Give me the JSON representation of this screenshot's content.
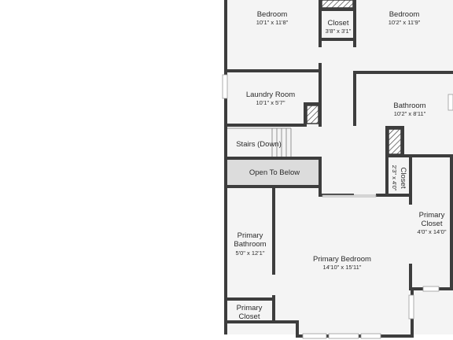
{
  "rooms": [
    {
      "name": "Bedroom",
      "dims": "10'1\" x 11'8\""
    },
    {
      "name": "Closet",
      "dims": "3'8\" x 3'1\""
    },
    {
      "name": "Bedroom",
      "dims": "10'2\" x 11'9\""
    },
    {
      "name": "Laundry Room",
      "dims": "10'1\" x 5'7\""
    },
    {
      "name": "Bathroom",
      "dims": "10'2\" x 8'11\""
    },
    {
      "name": "Stairs (Down)",
      "dims": ""
    },
    {
      "name": "Open To Below",
      "dims": ""
    },
    {
      "name": "Closet",
      "dims": "2'3\" x 4'0\""
    },
    {
      "name": "Primary",
      "name2": "Closet",
      "dims": "4'0\" x 14'0\""
    },
    {
      "name": "Primary",
      "name2": "Bathroom",
      "dims": "5'0\" x 12'1\""
    },
    {
      "name": "Primary Bedroom",
      "dims": "14'10\" x 15'11\""
    },
    {
      "name": "Primary",
      "name2": "Closet",
      "dims": ""
    }
  ],
  "colors": {
    "wall": "#3d3d3d",
    "floor": "#f4f4f4",
    "open_to_below": "#dcdcdc"
  }
}
